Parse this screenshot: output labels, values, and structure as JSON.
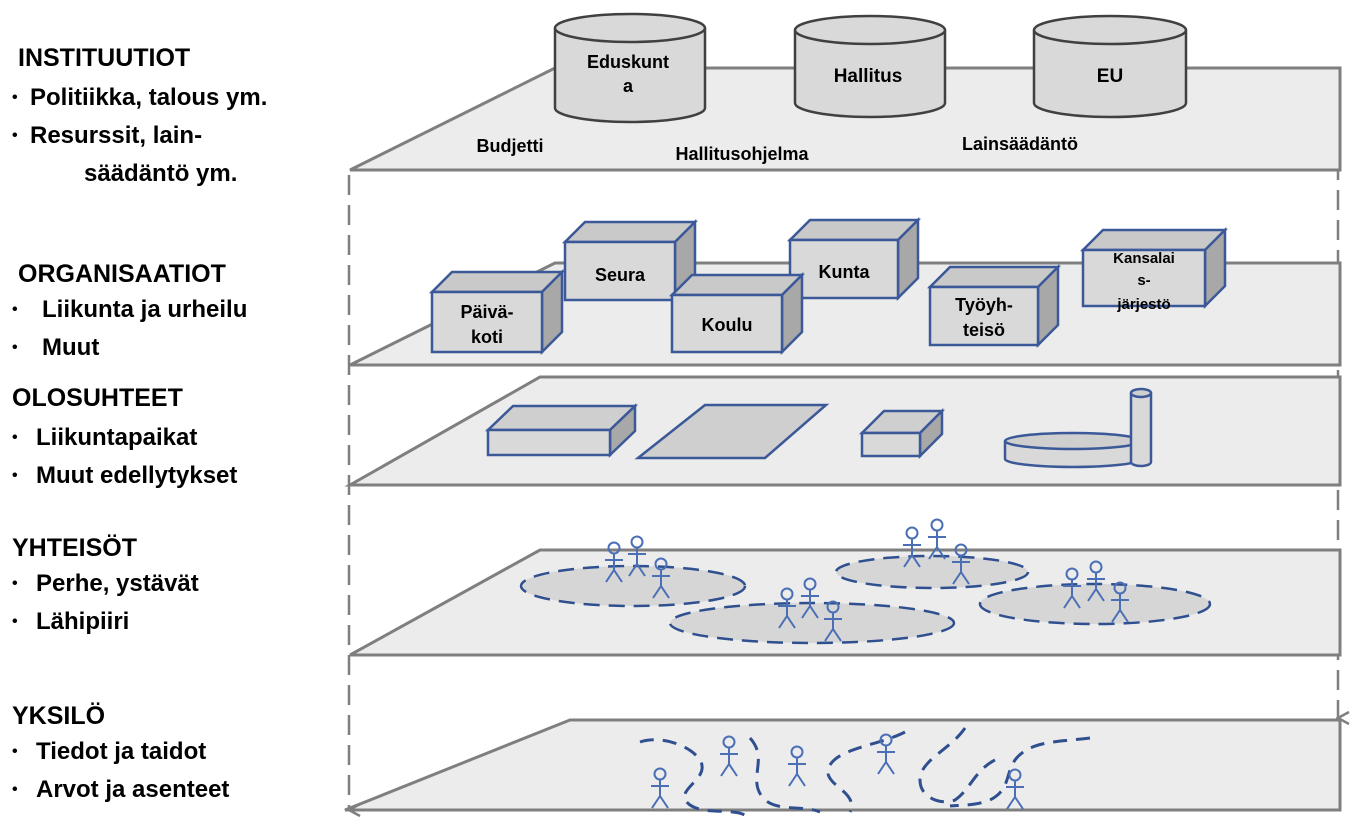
{
  "sections": [
    {
      "heading": "INSTITUUTIOT",
      "items": [
        "Politiikka, talous ym.",
        "Resurssit, lain-"
      ],
      "continuation": "säädäntö ym."
    },
    {
      "heading": "ORGANISAATIOT",
      "items": [
        "Liikunta ja urheilu",
        "Muut"
      ]
    },
    {
      "heading": "OLOSUHTEET",
      "items": [
        "Liikuntapaikat",
        "Muut edellytykset"
      ]
    },
    {
      "heading": "YHTEISÖT",
      "items": [
        "Perhe, ystävät",
        "Lähipiiri"
      ]
    },
    {
      "heading": "YKSILÖ",
      "items": [
        "Tiedot ja taidot",
        "Arvot ja asenteet"
      ]
    }
  ],
  "institutions": {
    "cylinders": [
      "Eduskunt",
      "a",
      "Hallitus",
      "EU"
    ],
    "labels": [
      "Budjetti",
      "Hallitusohjelma",
      "Lainsäädäntö"
    ]
  },
  "organizations": {
    "boxes": [
      "Seura",
      "Kunta",
      "Päivä-",
      "koti",
      "Koulu",
      "Työyh-",
      "teisö",
      "Kansalai",
      "s-",
      "järjestö"
    ]
  },
  "colors": {
    "plane_fill": "#ececec",
    "plane_stroke": "#7f7f7f",
    "box_fill": "#d9d9d9",
    "box_stroke": "#3b5998",
    "people": "#4a6fb5",
    "dash": "#2f4f8f"
  }
}
